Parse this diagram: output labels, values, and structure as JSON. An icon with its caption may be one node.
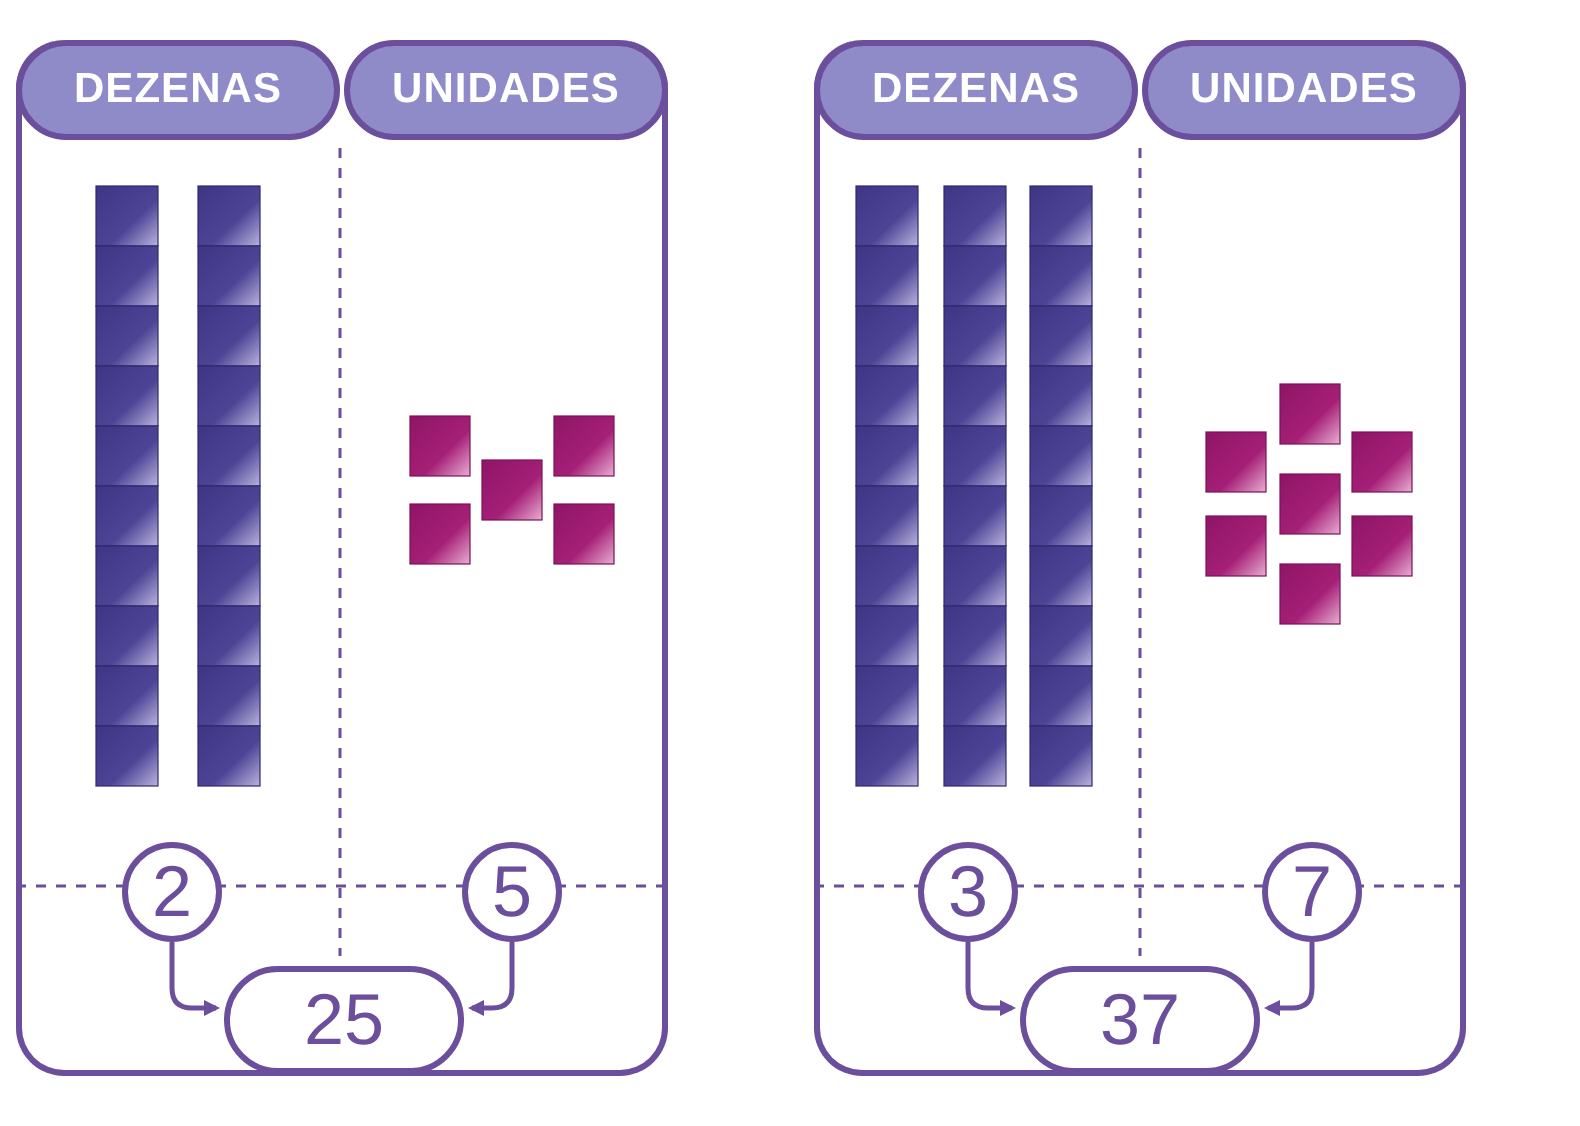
{
  "diagram": {
    "nodes": [
      {
        "text": [],
        "shape": "box"
      },
      {
        "text": [
          "DEZENAS"
        ],
        "in": 0
      },
      {
        "text": [
          "UNIDADES"
        ],
        "in": 0
      },
      {
        "text": [
          "2"
        ],
        "in": 0
      },
      {
        "text": [
          "5"
        ],
        "in": 0
      },
      {
        "text": [
          "25"
        ],
        "in": 0
      },
      {
        "text": [],
        "shape": "box"
      },
      {
        "text": [
          "DEZENAS"
        ],
        "in": 6
      },
      {
        "text": [
          "UNIDADES"
        ],
        "in": 6
      },
      {
        "text": [
          "3"
        ],
        "in": 6
      },
      {
        "text": [
          "7"
        ],
        "in": 6
      },
      {
        "text": [
          "37"
        ],
        "in": 6
      }
    ],
    "edges": [
      {
        "from": 3,
        "to": 5,
        "arrow": "to"
      },
      {
        "from": 4,
        "to": 5,
        "arrow": "to"
      },
      {
        "from": 9,
        "to": 11,
        "arrow": "to"
      },
      {
        "from": 10,
        "to": 11,
        "arrow": "to"
      }
    ]
  }
}
